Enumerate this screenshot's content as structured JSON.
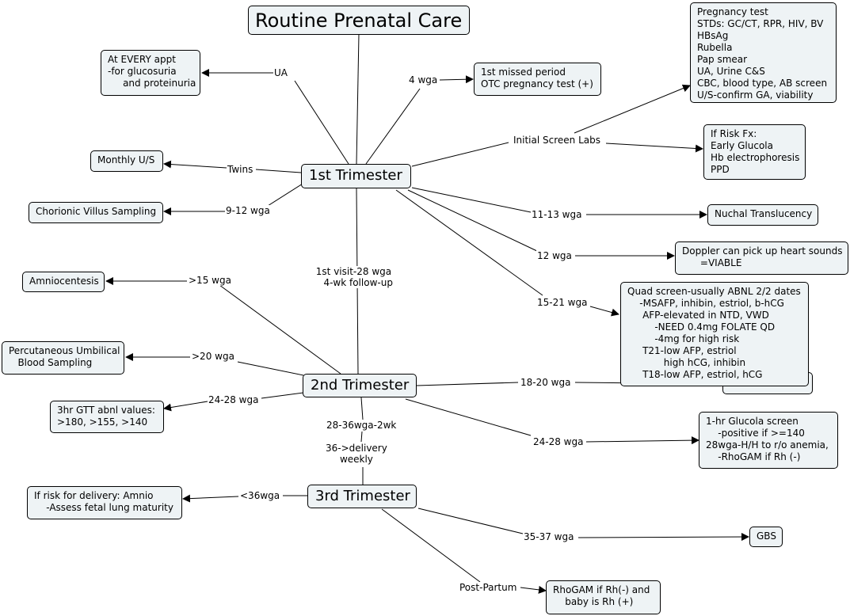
{
  "title": "Routine Prenatal Care",
  "hubs": {
    "first": "1st Trimester",
    "second": "2nd Trimester",
    "third": "3rd Trimester"
  },
  "nodes": {
    "ua": "At EVERY appt\n-for glucosuria\n     and proteinuria",
    "missed": "1st missed period\nOTC pregnancy test (+)",
    "labs": "Pregnancy test\nSTDs: GC/CT, RPR, HIV, BV\nHBsAg\nRubella\nPap smear\nUA, Urine C&S\nCBC, blood type, AB screen\nU/S-confirm GA, viability",
    "risk": "If Risk Fx:\nEarly Glucola\nHb electrophoresis\nPPD",
    "monthly": "Monthly U/S",
    "cvs": "Chorionic Villus Sampling",
    "nuchal": "Nuchal Translucency",
    "doppler": "Doppler can pick up heart sounds\n      =VIABLE",
    "amnio": "Amniocentesis",
    "pubs": "Percutaneous Umbilical\n   Blood Sampling",
    "quad": "Quad screen-usually ABNL 2/2 dates\n    -MSAFP, inhibin, estriol, b-hCG\n     AFP-elevated in NTD, VWD\n         -NEED 0.4mg FOLATE QD\n         -4mg for high risk\n     T21-low AFP, estriol\n            high hCG, inhibin\n     T18-low AFP, estriol, hCG",
    "hidden": "",
    "gtt": "3hr GTT abnl values:\n>180, >155, >140",
    "glucola": "1-hr Glucola screen\n    -positive if >=140\n28wga-H/H to r/o anemia,\n    -RhoGAM if Rh (-)",
    "lung": "If risk for delivery: Amnio\n    -Assess fetal lung maturity",
    "gbs": "GBS",
    "rhogam": "RhoGAM if Rh(-) and\n    baby is Rh (+)"
  },
  "labels": {
    "ua": "UA",
    "wga4": "4 wga",
    "initial": "Initial Screen Labs",
    "twins": "Twins",
    "wga9_12": "9-12 wga",
    "wga11_13": "11-13 wga",
    "wga12": "12 wga",
    "visit": "1st visit-28 wga\n   4-wk follow-up",
    "wga15": ">15 wga",
    "wga15_21": "15-21 wga",
    "wga20": ">20 wga",
    "wga18_20": "18-20 wga",
    "wga24_28a": "24-28 wga",
    "wga28_36": "28-36wga-2wk",
    "wga24_28b": "24-28 wga",
    "delivery": "36->delivery\nweekly",
    "wga36": "<36wga",
    "wga35_37": "35-37 wga",
    "postpartum": "Post-Partum"
  }
}
